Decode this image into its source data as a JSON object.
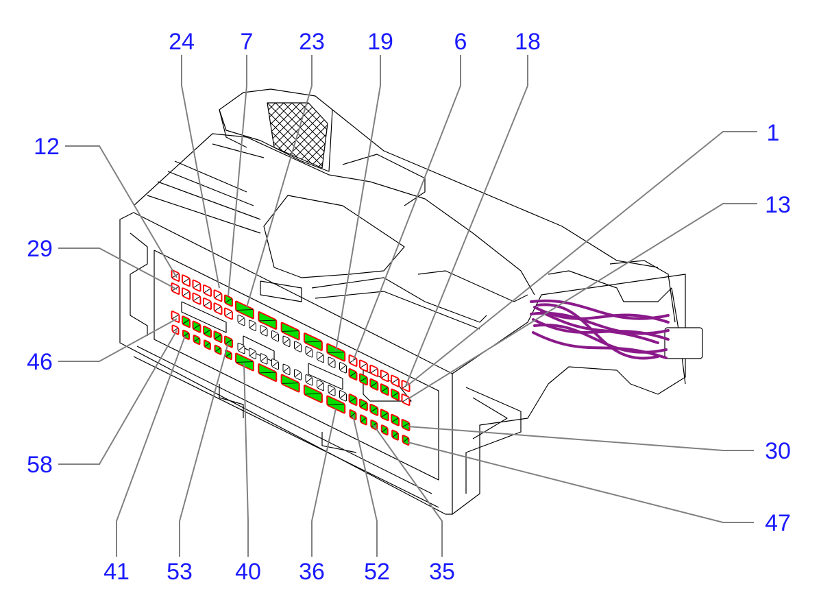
{
  "diagram": {
    "title": "Connector pin location view",
    "callouts": [
      {
        "id": "24",
        "label": "24"
      },
      {
        "id": "7",
        "label": "7"
      },
      {
        "id": "23",
        "label": "23"
      },
      {
        "id": "19",
        "label": "19"
      },
      {
        "id": "6",
        "label": "6"
      },
      {
        "id": "18",
        "label": "18"
      },
      {
        "id": "1",
        "label": "1"
      },
      {
        "id": "13",
        "label": "13"
      },
      {
        "id": "30",
        "label": "30"
      },
      {
        "id": "47",
        "label": "47"
      },
      {
        "id": "12",
        "label": "12"
      },
      {
        "id": "29",
        "label": "29"
      },
      {
        "id": "46",
        "label": "46"
      },
      {
        "id": "58",
        "label": "58"
      },
      {
        "id": "41",
        "label": "41"
      },
      {
        "id": "53",
        "label": "53"
      },
      {
        "id": "40",
        "label": "40"
      },
      {
        "id": "36",
        "label": "36"
      },
      {
        "id": "52",
        "label": "52"
      },
      {
        "id": "35",
        "label": "35"
      }
    ],
    "colors": {
      "callout_text": "#1a1aff",
      "leader": "#808080",
      "pin_outline": "#ff0000",
      "pin_populated": "#00e000",
      "wire": "#8a1a8a"
    }
  }
}
